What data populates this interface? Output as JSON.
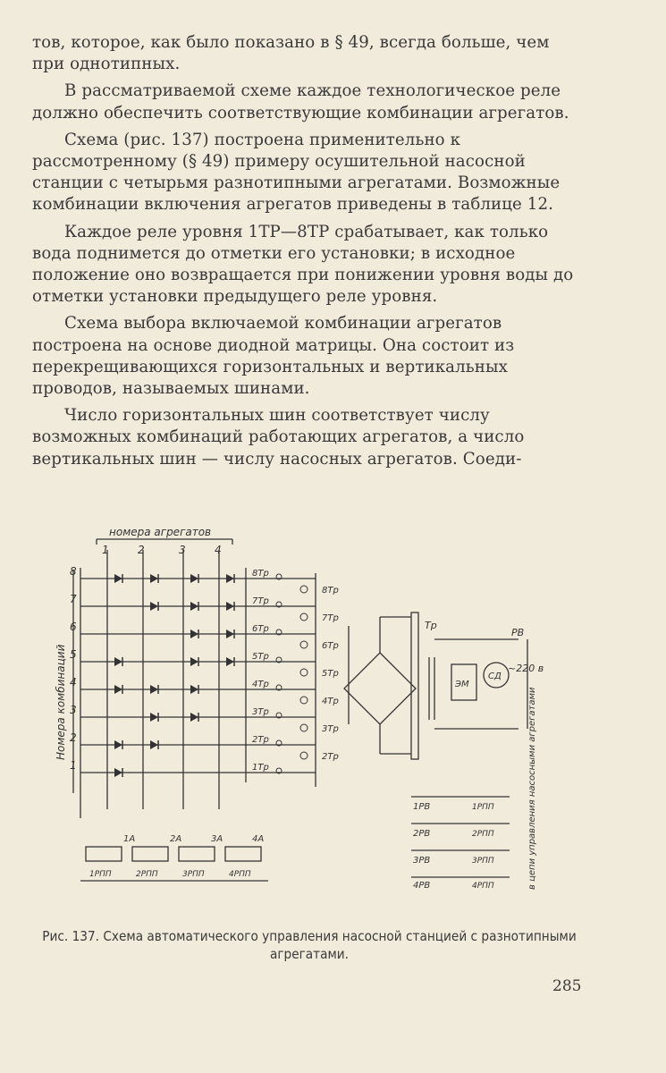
{
  "paragraphs": [
    "тов, которое, как было показано в § 49, всегда больше, чем при однотипных.",
    "В рассматриваемой схеме каждое технологическое реле должно обеспечить соответствующие комбинации агрегатов.",
    "Схема (рис. 137) построена применительно к рассмотренному (§ 49) примеру осушительной насосной станции с четырьмя разнотипными агрегатами. Возможные комбинации включения агрегатов приведены в таблице 12.",
    "Каждое реле уровня 1ТР—8ТР срабатывает, как только вода поднимется до отметки его установки; в исходное положение оно возвращается при понижении уровня воды до отметки установки предыдущего реле уровня.",
    "Схема выбора включаемой комбинации агрегатов построена на основе диодной матрицы. Она состоит из перекрещивающихся горизонтальных и вертикальных проводов, называемых шинами.",
    "Число горизонтальных шин соответствует числу возможных комбинаций работающих агрегатов, а число вертикальных шин — числу насосных агрегатов. Соеди-"
  ],
  "figure": {
    "aggregate_header": "номера агрегатов",
    "aggregate_numbers": [
      "1",
      "2",
      "3",
      "4"
    ],
    "combination_axis": "Номера комбинаций",
    "row_numbers": [
      "8",
      "7",
      "6",
      "5",
      "4",
      "3",
      "2",
      "1"
    ],
    "level_contacts": [
      "8Тр",
      "7Тр",
      "6Тр",
      "5Тр",
      "4Тр",
      "3Тр",
      "2Тр",
      "1Тр"
    ],
    "relay_coils": [
      "8Тр",
      "7Тр",
      "6Тр",
      "5Тр",
      "4Тр",
      "3Тр",
      "2Тр"
    ],
    "transformer_label": "Тр",
    "rv_label": "РВ",
    "em_label": "ЭМ",
    "sd_label": "СД",
    "voltage_label": "~220 в",
    "amp_labels": [
      "1А",
      "2А",
      "3А",
      "4А"
    ],
    "rpp_labels": [
      "1РПП",
      "2РПП",
      "3РПП",
      "4РПП"
    ],
    "rv_contacts": [
      "1РВ",
      "2РВ",
      "3РВ",
      "4РВ"
    ],
    "rpp_contacts": [
      "1РПП",
      "2РПП",
      "3РПП",
      "4РПП"
    ],
    "control_circuits": "в цепи управления насосными агрегатами"
  },
  "caption": "Рис. 137. Схема автоматического управления насосной станцией с разнотипными агрегатами.",
  "page_number": "285"
}
